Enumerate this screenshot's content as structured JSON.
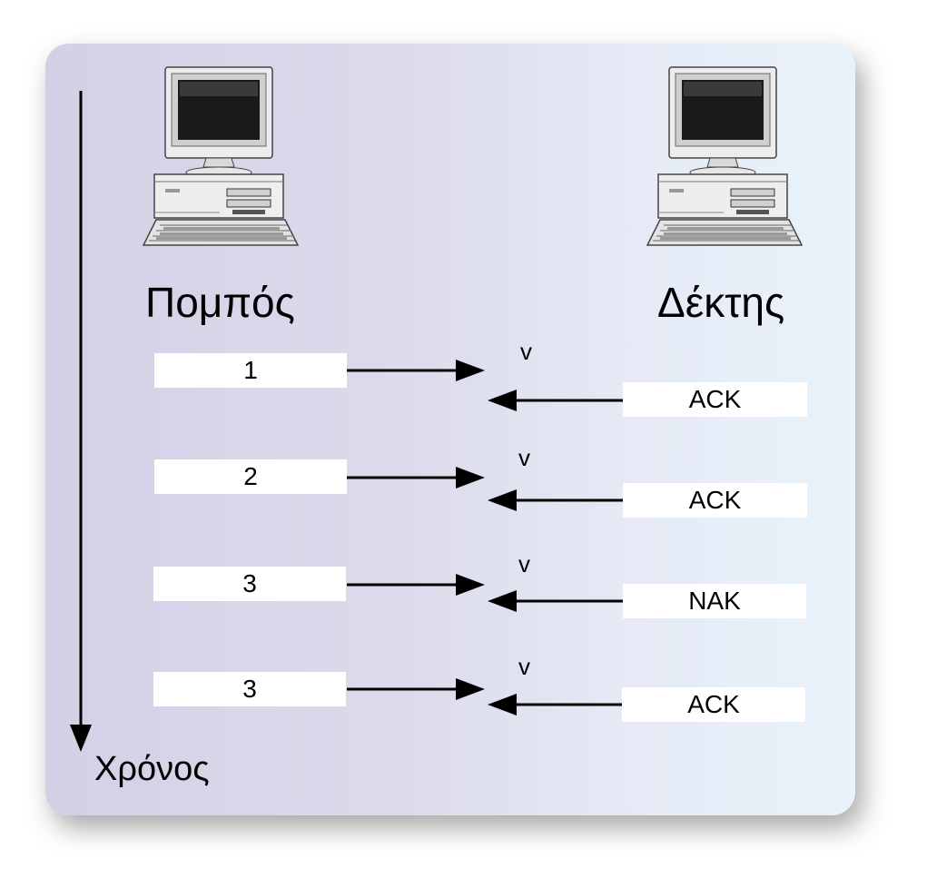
{
  "sender": {
    "label": "Πομπός"
  },
  "receiver": {
    "label": "Δέκτης"
  },
  "time_axis": {
    "label": "Χρόνος"
  },
  "exchanges": [
    {
      "frame": "1",
      "check": "v",
      "reply": "ACK"
    },
    {
      "frame": "2",
      "check": "v",
      "reply": "ACK"
    },
    {
      "frame": "3",
      "check": "v",
      "reply": "NAK"
    },
    {
      "frame": "3",
      "check": "v",
      "reply": "ACK"
    }
  ],
  "colors": {
    "panel_left": "#d3d0e6",
    "panel_right": "#e9f2fb",
    "box": "#ffffff",
    "line": "#000000"
  }
}
